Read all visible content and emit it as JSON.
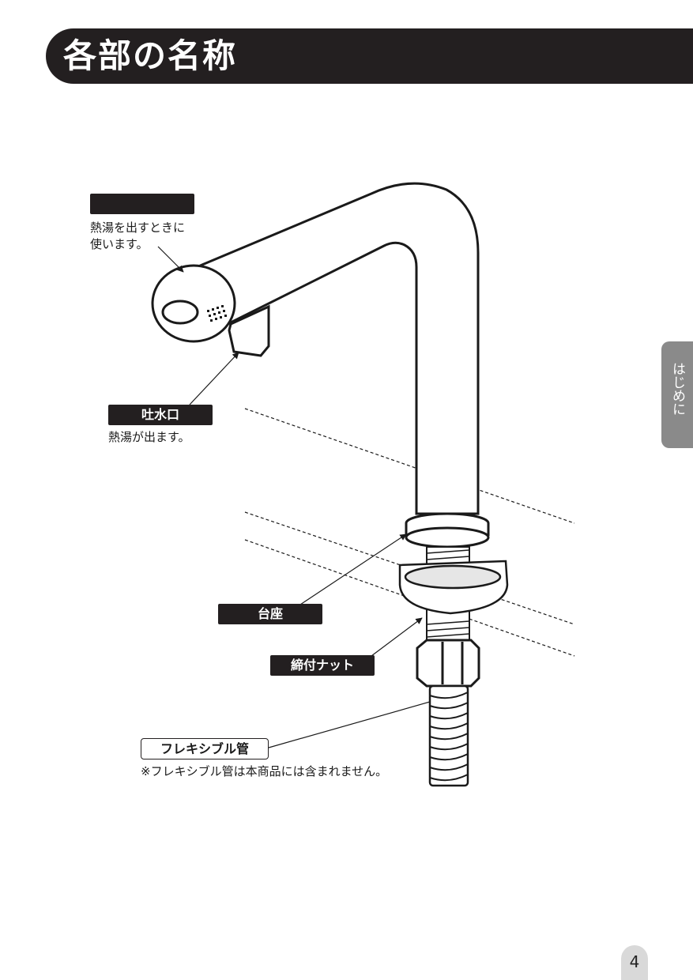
{
  "header": {
    "title": "各部の名称"
  },
  "side_tab": {
    "label": "はじめに"
  },
  "page": {
    "number": "4"
  },
  "parts": {
    "lever": {
      "label": "",
      "note_lines": [
        "熱湯を出すときに",
        "使います。"
      ]
    },
    "spout": {
      "label": "吐水口",
      "note": "熱湯が出ます。"
    },
    "base": {
      "label": "台座"
    },
    "nut": {
      "label": "締付ナット"
    },
    "flex_pipe": {
      "label": "フレキシブル管",
      "note": "※フレキシブル管は本商品には含まれません。"
    }
  },
  "colors": {
    "dark": "#231f20",
    "tab_gray": "#8a8a8a",
    "page_tab": "#d9d9d9"
  }
}
